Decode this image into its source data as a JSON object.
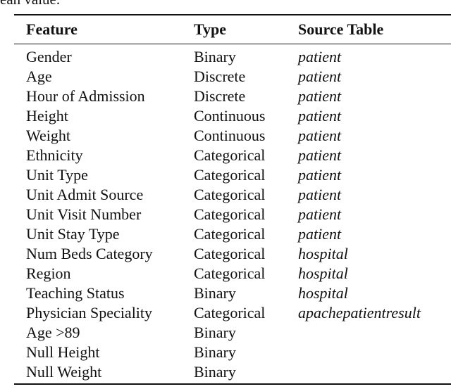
{
  "caption_fragment": "ean value.",
  "table": {
    "headers": {
      "feature": "Feature",
      "type": "Type",
      "source": "Source Table"
    },
    "rows": [
      {
        "feature": "Gender",
        "type": "Binary",
        "source": "patient"
      },
      {
        "feature": "Age",
        "type": "Discrete",
        "source": "patient"
      },
      {
        "feature": "Hour of Admission",
        "type": "Discrete",
        "source": "patient"
      },
      {
        "feature": "Height",
        "type": "Continuous",
        "source": "patient"
      },
      {
        "feature": "Weight",
        "type": "Continuous",
        "source": "patient"
      },
      {
        "feature": "Ethnicity",
        "type": "Categorical",
        "source": "patient"
      },
      {
        "feature": "Unit Type",
        "type": "Categorical",
        "source": "patient"
      },
      {
        "feature": "Unit Admit Source",
        "type": "Categorical",
        "source": "patient"
      },
      {
        "feature": "Unit Visit Number",
        "type": "Categorical",
        "source": "patient"
      },
      {
        "feature": "Unit Stay Type",
        "type": "Categorical",
        "source": "patient"
      },
      {
        "feature": "Num Beds Category",
        "type": "Categorical",
        "source": "hospital"
      },
      {
        "feature": "Region",
        "type": "Categorical",
        "source": "hospital"
      },
      {
        "feature": "Teaching Status",
        "type": "Binary",
        "source": "hospital"
      },
      {
        "feature": "Physician Speciality",
        "type": "Categorical",
        "source": "apachepatientresult"
      },
      {
        "feature": "Age >89",
        "type": "Binary",
        "source": ""
      },
      {
        "feature": "Null Height",
        "type": "Binary",
        "source": ""
      },
      {
        "feature": "Null Weight",
        "type": "Binary",
        "source": ""
      }
    ]
  }
}
